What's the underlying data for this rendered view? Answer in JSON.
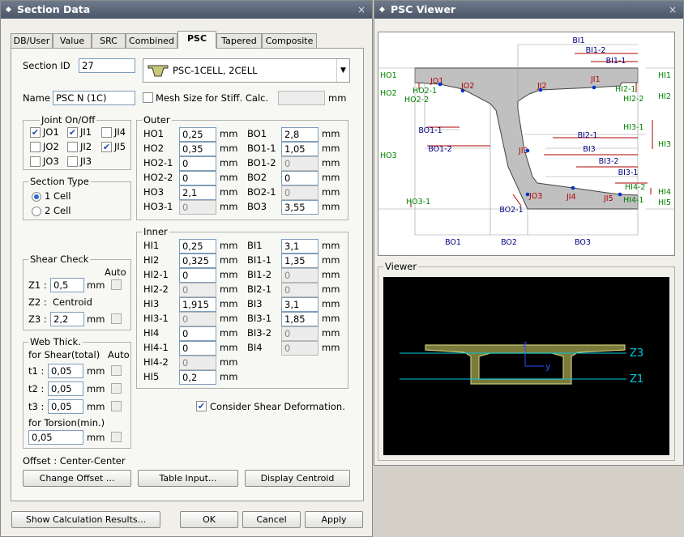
{
  "left": {
    "title": "Section Data",
    "close": "×"
  },
  "tabs": [
    "DB/User",
    "Value",
    "SRC",
    "Combined",
    "PSC",
    "Tapered",
    "Composite"
  ],
  "section_id": {
    "label": "Section ID",
    "value": "27"
  },
  "section_type_select": "PSC-1CELL, 2CELL",
  "name": {
    "label": "Name",
    "value": "PSC N (1C)"
  },
  "mesh": {
    "label": "Mesh Size for Stiff. Calc.",
    "unit": "mm",
    "value": ""
  },
  "joint": {
    "title": "Joint On/Off",
    "items": [
      {
        "label": "JO1",
        "checked": true
      },
      {
        "label": "JI1",
        "checked": true
      },
      {
        "label": "JI4",
        "checked": false
      },
      {
        "label": "JO2",
        "checked": false
      },
      {
        "label": "JI2",
        "checked": false
      },
      {
        "label": "JI5",
        "checked": true
      },
      {
        "label": "JO3",
        "checked": false
      },
      {
        "label": "JI3",
        "checked": false
      }
    ]
  },
  "stype": {
    "title": "Section Type",
    "opt1": "1 Cell",
    "opt2": "2 Cell"
  },
  "outer": {
    "title": "Outer",
    "unit": "mm",
    "left": [
      {
        "label": "HO1",
        "value": "0,25",
        "enabled": true
      },
      {
        "label": "HO2",
        "value": "0,35",
        "enabled": true
      },
      {
        "label": "HO2-1",
        "value": "0",
        "enabled": true
      },
      {
        "label": "HO2-2",
        "value": "0",
        "enabled": true
      },
      {
        "label": "HO3",
        "value": "2,1",
        "enabled": true
      },
      {
        "label": "HO3-1",
        "value": "0",
        "enabled": false
      }
    ],
    "right": [
      {
        "label": "BO1",
        "value": "2,8",
        "enabled": true
      },
      {
        "label": "BO1-1",
        "value": "1,05",
        "enabled": true
      },
      {
        "label": "BO1-2",
        "value": "0",
        "enabled": false
      },
      {
        "label": "BO2",
        "value": "0",
        "enabled": true
      },
      {
        "label": "BO2-1",
        "value": "0",
        "enabled": false
      },
      {
        "label": "BO3",
        "value": "3,55",
        "enabled": true
      }
    ]
  },
  "inner": {
    "title": "Inner",
    "unit": "mm",
    "left": [
      {
        "label": "HI1",
        "value": "0,25",
        "enabled": true
      },
      {
        "label": "HI2",
        "value": "0,325",
        "enabled": true
      },
      {
        "label": "HI2-1",
        "value": "0",
        "enabled": true
      },
      {
        "label": "HI2-2",
        "value": "0",
        "enabled": false
      },
      {
        "label": "HI3",
        "value": "1,915",
        "enabled": true
      },
      {
        "label": "HI3-1",
        "value": "0",
        "enabled": false
      },
      {
        "label": "HI4",
        "value": "0",
        "enabled": true
      },
      {
        "label": "HI4-1",
        "value": "0",
        "enabled": true
      },
      {
        "label": "HI4-2",
        "value": "0",
        "enabled": false
      },
      {
        "label": "HI5",
        "value": "0,2",
        "enabled": true
      }
    ],
    "right": [
      {
        "label": "BI1",
        "value": "3,1",
        "enabled": true
      },
      {
        "label": "BI1-1",
        "value": "1,35",
        "enabled": true
      },
      {
        "label": "BI1-2",
        "value": "0",
        "enabled": false
      },
      {
        "label": "BI2-1",
        "value": "0",
        "enabled": false
      },
      {
        "label": "BI3",
        "value": "3,1",
        "enabled": true
      },
      {
        "label": "BI3-1",
        "value": "1,85",
        "enabled": true
      },
      {
        "label": "BI3-2",
        "value": "0",
        "enabled": false
      },
      {
        "label": "BI4",
        "value": "0",
        "enabled": false
      }
    ]
  },
  "shear": {
    "title": "Shear Check",
    "auto": "Auto",
    "z1_label": "Z1 :",
    "z1_value": "0,5",
    "z1_unit": "mm",
    "z2_label": "Z2 :",
    "z2_value": "Centroid",
    "z3_label": "Z3 :",
    "z3_value": "2,2",
    "z3_unit": "mm"
  },
  "web": {
    "title": "Web Thick.",
    "sub": "for Shear(total)",
    "auto": "Auto",
    "t1_label": "t1 :",
    "t1_value": "0,05",
    "t2_label": "t2 :",
    "t2_value": "0,05",
    "t3_label": "t3 :",
    "t3_value": "0,05",
    "torsion_label": "for Torsion(min.)",
    "torsion_value": "0,05",
    "unit": "mm"
  },
  "consider_shear": "Consider Shear Deformation.",
  "offset": "Offset :  Center-Center",
  "buttons": {
    "change_offset": "Change Offset ...",
    "table_input": "Table Input...",
    "display_centroid": "Display Centroid",
    "show_calc": "Show Calculation Results...",
    "ok": "OK",
    "cancel": "Cancel",
    "apply": "Apply"
  },
  "right": {
    "title": "PSC Viewer",
    "close": "×",
    "viewer": "Viewer"
  },
  "diagram": {
    "labels_top": [
      "BI1",
      "BI1-2",
      "BI1-1"
    ],
    "left_labels": [
      "HO1",
      "HO2",
      "HO2-1",
      "HO2-2",
      "HO3",
      "HO3-1"
    ],
    "right_labels": [
      "HI1",
      "HI2-1",
      "HI2-2",
      "HI2",
      "HI3-1",
      "HI3",
      "HI4",
      "HI4-2",
      "HI4-1",
      "HI5"
    ],
    "joints": [
      "JO1",
      "JO2",
      "JI2",
      "JI1",
      "JI3",
      "JO3",
      "JI4",
      "JI5"
    ],
    "dims": [
      "BO1-1",
      "BO1-2",
      "BI2-1",
      "BI3",
      "BI3-2",
      "BI3-1",
      "BO2-1",
      "BO1",
      "BO2",
      "BO3"
    ]
  },
  "viewer": {
    "z3": "Z3",
    "z1": "Z1",
    "z": "z",
    "y": "y"
  },
  "colors": {
    "section_fill": "#c0c0c0",
    "dim_red": "#b00000",
    "dim_green": "#008000",
    "dim_blue": "#000080",
    "viewer_bg": "#000000",
    "viewer_section": "#c8c878",
    "viewer_line": "#00c8e0"
  }
}
